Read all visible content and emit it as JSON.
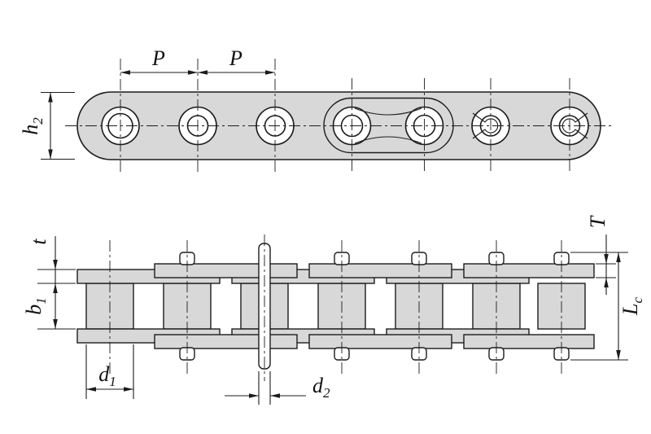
{
  "drawing": {
    "labels": {
      "pitch1": "P",
      "pitch2": "P",
      "h2_main": "h",
      "h2_sub": "2",
      "t": "t",
      "T": "T",
      "b1_main": "b",
      "b1_sub": "1",
      "lc_main": "L",
      "lc_sub": "c",
      "d1_main": "d",
      "d1_sub": "1",
      "d2_main": "d",
      "d2_sub": "2"
    },
    "colors": {
      "plate_fill": "#d8d8d8",
      "line": "#1c1c1c",
      "background": "#ffffff"
    }
  }
}
